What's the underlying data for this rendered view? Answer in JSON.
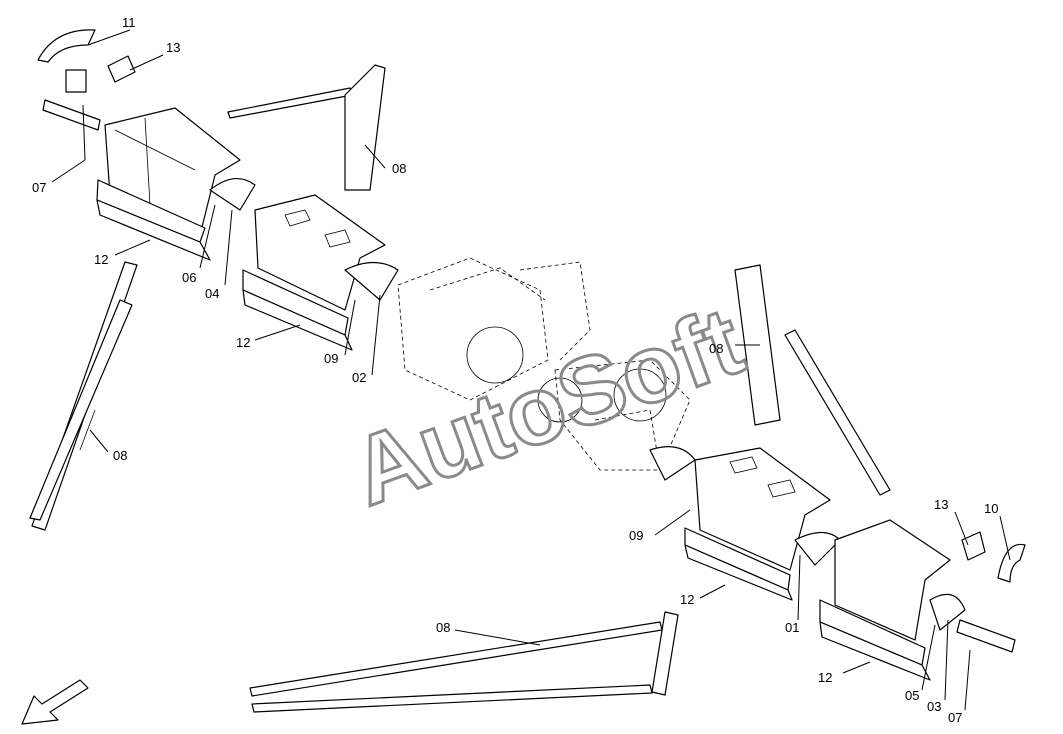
{
  "watermark": "AutoSoft",
  "callouts": {
    "c11": "11",
    "c13a": "13",
    "c07a": "07",
    "c12a": "12",
    "c06": "06",
    "c04": "04",
    "c08a": "08",
    "c12b": "12",
    "c09a": "09",
    "c02": "02",
    "c08b": "08",
    "c08c": "08",
    "c09b": "09",
    "c12c": "12",
    "c01": "01",
    "c13b": "13",
    "c10": "10",
    "c08d": "08",
    "c12d": "12",
    "c05": "05",
    "c03": "03",
    "c07b": "07"
  },
  "direction_arrow": "arrow-down-left-icon"
}
